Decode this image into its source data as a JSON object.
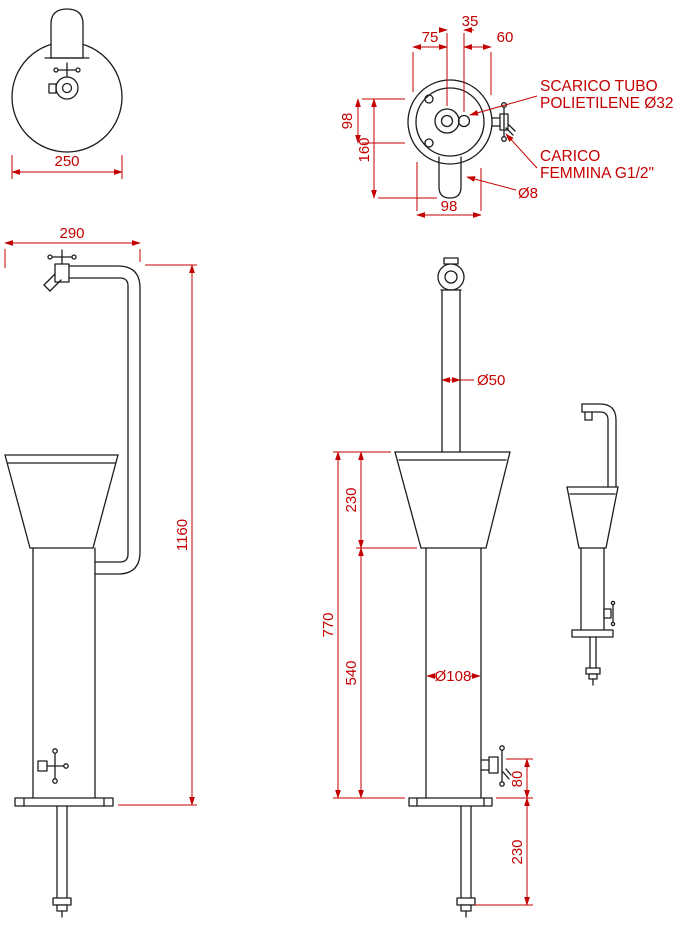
{
  "colors": {
    "line": "#1c1c1c",
    "dimension": "#c40000"
  },
  "views": {
    "top_front": {
      "dim_diameter": "250"
    },
    "top_plan": {
      "dim_35": "35",
      "dim_75": "75",
      "dim_60": "60",
      "dim_98_vertical": "98",
      "dim_160": "160",
      "dim_98_bottom": "98",
      "dim_hole": "Ø8",
      "label_drain_line1": "SCARICO TUBO",
      "label_drain_line2": "POLIETILENE Ø32",
      "label_inlet_line1": "CARICO",
      "label_inlet_line2": "FEMMINA G1/2\""
    },
    "front": {
      "dim_width": "290",
      "dim_height": "1160"
    },
    "side": {
      "dim_pipe_diameter": "Ø50",
      "dim_basin_height": "230",
      "dim_total": "770",
      "dim_column": "540",
      "dim_column_diameter": "Ø108",
      "dim_tap_height": "80",
      "dim_below_ground": "230"
    }
  }
}
